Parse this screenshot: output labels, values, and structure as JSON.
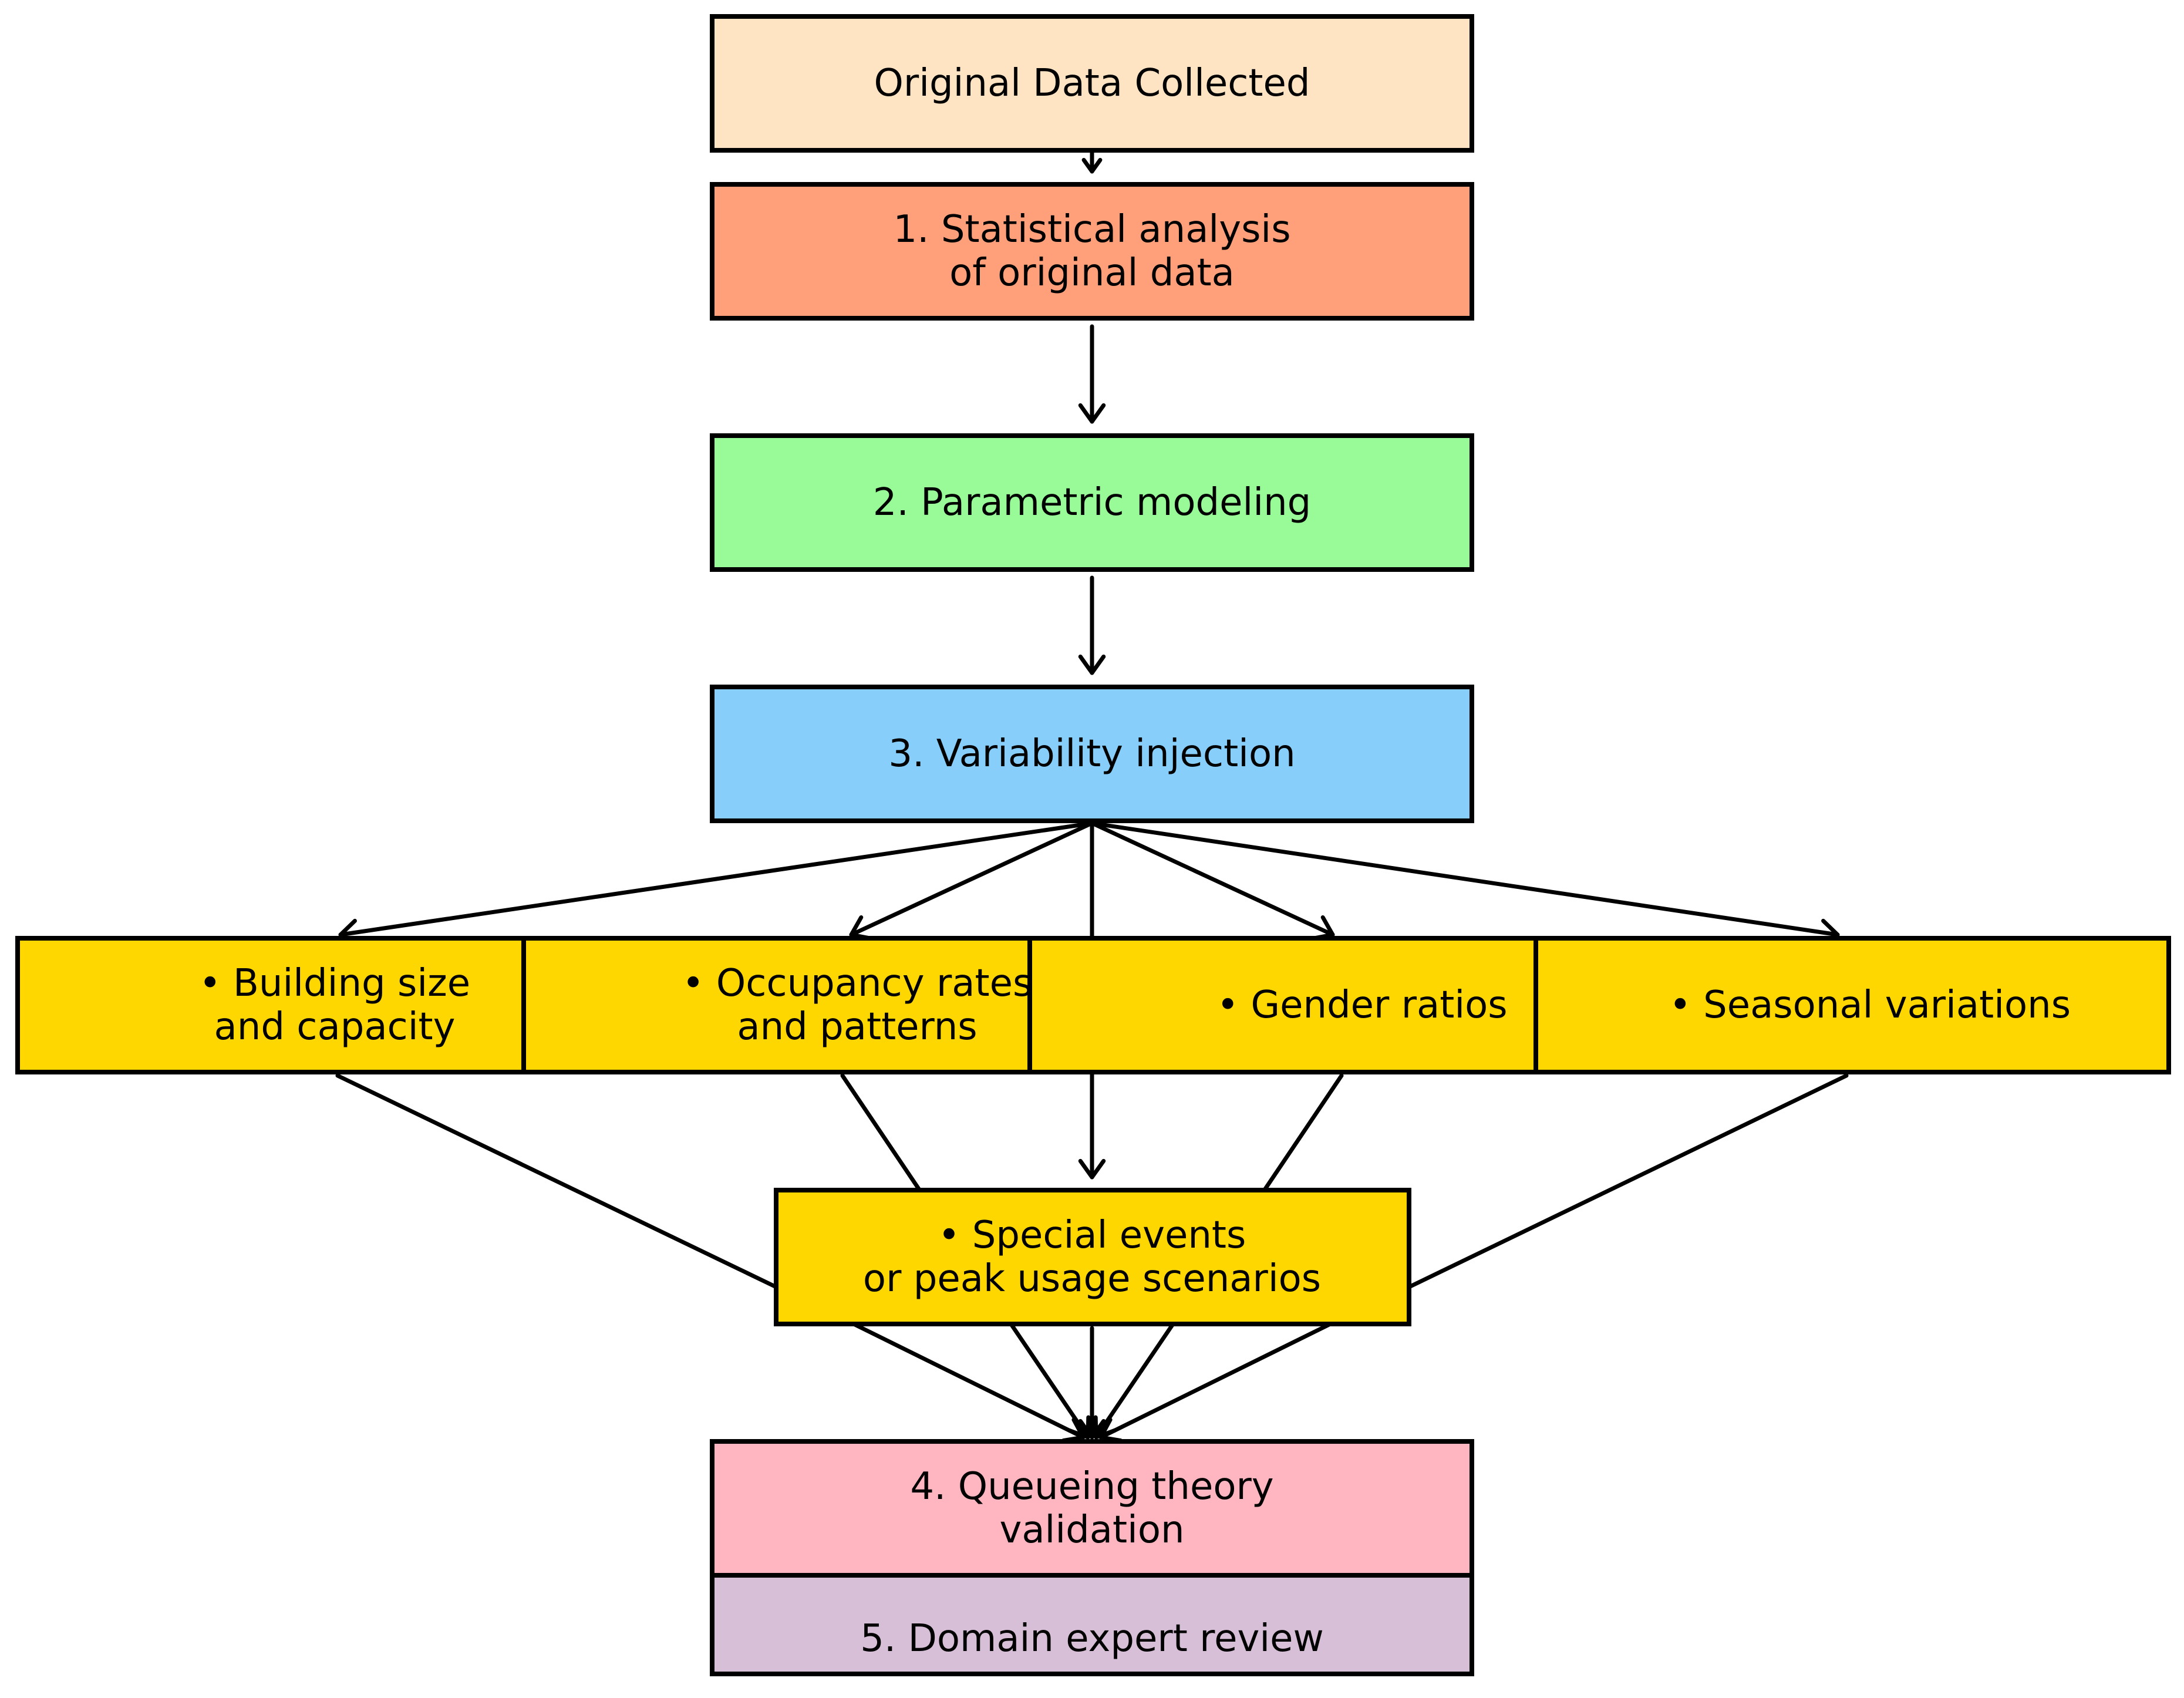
{
  "diagram": {
    "nodes": [
      {
        "id": "original",
        "lines": [
          "Original Data Collected"
        ],
        "color": "#ffe4c4"
      },
      {
        "id": "stat",
        "lines": [
          "1. Statistical analysis",
          "of original data"
        ],
        "color": "#ffa07a"
      },
      {
        "id": "param",
        "lines": [
          "2. Parametric modeling"
        ],
        "color": "#98fb98"
      },
      {
        "id": "var",
        "lines": [
          "3. Variability injection"
        ],
        "color": "#87cefa"
      },
      {
        "id": "building",
        "lines": [
          "• Building size",
          "and capacity"
        ],
        "color": "#ffd700"
      },
      {
        "id": "occupancy",
        "lines": [
          "• Occupancy rates",
          "and patterns"
        ],
        "color": "#ffd700"
      },
      {
        "id": "gender",
        "lines": [
          "• Gender ratios"
        ],
        "color": "#ffd700"
      },
      {
        "id": "seasonal",
        "lines": [
          "• Seasonal variations"
        ],
        "color": "#ffd700"
      },
      {
        "id": "special",
        "lines": [
          "• Special events",
          "or peak usage scenarios"
        ],
        "color": "#ffd700"
      },
      {
        "id": "queue",
        "lines": [
          "4. Queueing theory",
          "validation"
        ],
        "color": "#ffb6c1"
      },
      {
        "id": "expert",
        "lines": [
          "5. Domain expert review"
        ],
        "color": "#d8bfd8"
      }
    ],
    "edges": [
      {
        "from": "original",
        "to": "stat"
      },
      {
        "from": "stat",
        "to": "param"
      },
      {
        "from": "param",
        "to": "var"
      },
      {
        "from": "var",
        "to": "building"
      },
      {
        "from": "var",
        "to": "occupancy"
      },
      {
        "from": "var",
        "to": "gender"
      },
      {
        "from": "var",
        "to": "seasonal"
      },
      {
        "from": "var",
        "to": "special"
      },
      {
        "from": "building",
        "to": "queue"
      },
      {
        "from": "occupancy",
        "to": "queue"
      },
      {
        "from": "gender",
        "to": "queue"
      },
      {
        "from": "seasonal",
        "to": "queue"
      },
      {
        "from": "special",
        "to": "queue"
      }
    ]
  }
}
